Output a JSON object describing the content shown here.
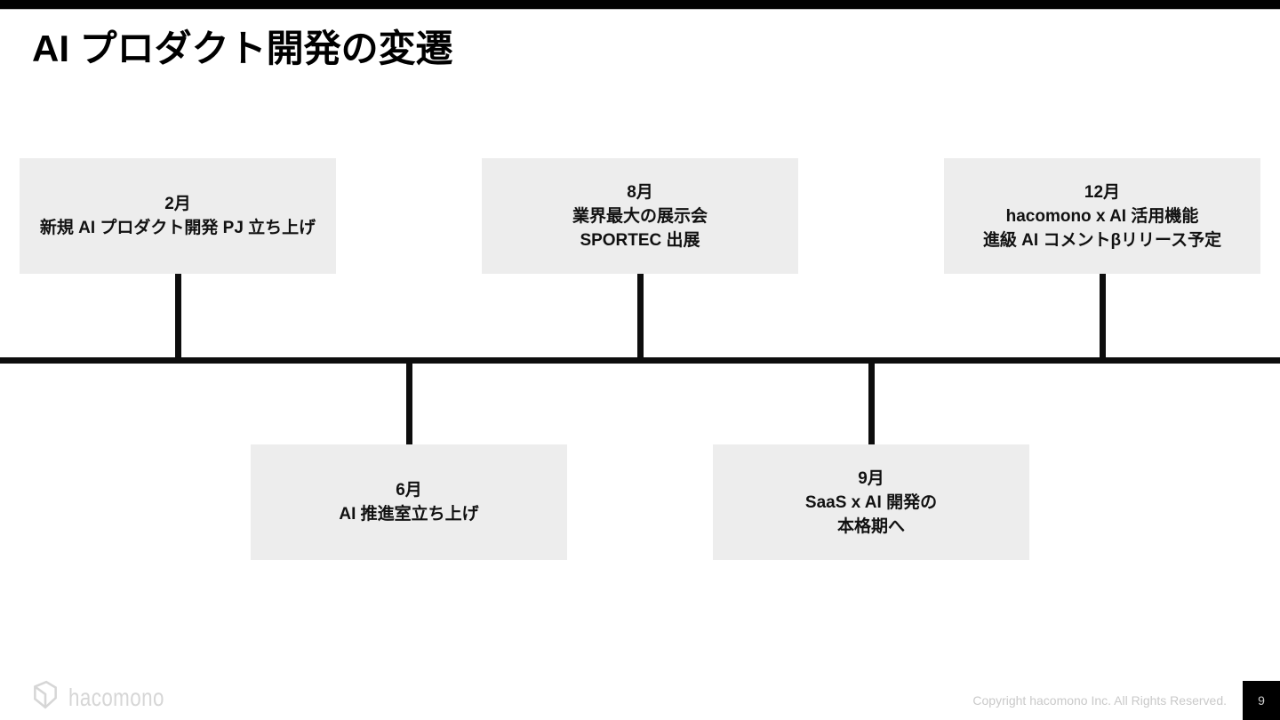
{
  "slide": {
    "title": "AI プロダクト開発の変遷",
    "footer": {
      "logo_text": "hacomono",
      "logo_mark_icon": "hacomono-box-mark",
      "copyright": "Copyright hacomono Inc. All Rights Reserved.",
      "page_number": "9"
    },
    "colors": {
      "top_bar": "#000000",
      "box_background": "#ededed",
      "timeline_line": "#0d0d0d",
      "title_text": "#000000",
      "box_text": "#111111",
      "footer_text": "#c9c9c9",
      "logo_gray": "#d6d6d6",
      "page_box_bg": "#000000",
      "page_number_text": "#cccccc"
    }
  },
  "timeline": {
    "orientation": "horizontal",
    "events_top": [
      {
        "month": "2月",
        "lines": [
          "新規 AI プロダクト開発 PJ 立ち上げ"
        ]
      },
      {
        "month": "8月",
        "lines": [
          "業界最大の展示会",
          "SPORTEC 出展"
        ]
      },
      {
        "month": "12月",
        "lines": [
          "hacomono x AI 活用機能",
          "進級 AI コメントβリリース予定"
        ]
      }
    ],
    "events_bottom": [
      {
        "month": "6月",
        "lines": [
          "AI 推進室立ち上げ"
        ]
      },
      {
        "month": "9月",
        "lines": [
          "SaaS x AI 開発の",
          "本格期へ"
        ]
      }
    ]
  }
}
